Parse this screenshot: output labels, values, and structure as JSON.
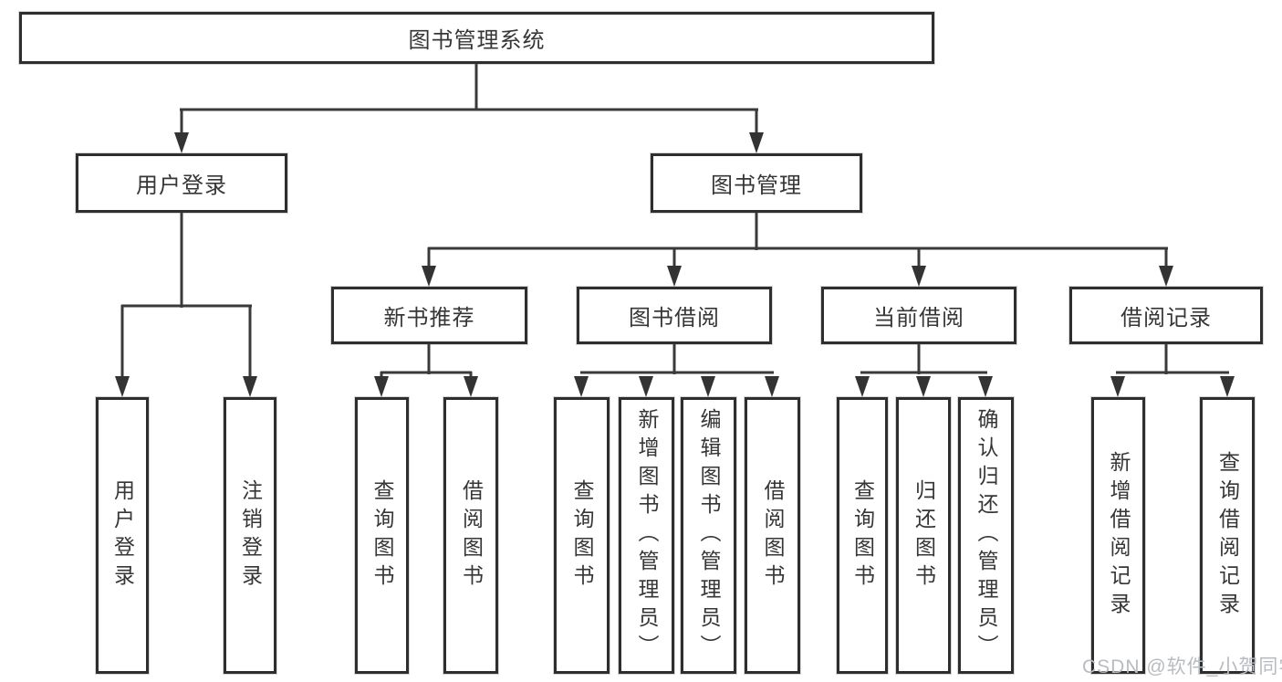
{
  "nodes": {
    "root": {
      "label": "图书管理系统"
    },
    "user_login": {
      "label": "用户登录"
    },
    "book_mgmt": {
      "label": "图书管理"
    },
    "new_book_rec": {
      "label": "新书推荐"
    },
    "book_borrow": {
      "label": "图书借阅"
    },
    "current_borrow": {
      "label": "当前借阅"
    },
    "borrow_records": {
      "label": "借阅记录"
    },
    "leaf_user_login": {
      "label": "用户登录"
    },
    "leaf_logout": {
      "label": "注销登录"
    },
    "leaf_rec_query_books": {
      "label": "查询图书"
    },
    "leaf_rec_borrow_books": {
      "label": "借阅图书"
    },
    "leaf_bb_query_books": {
      "label": "查询图书"
    },
    "leaf_bb_add_books": {
      "label": "新增图书（管理员）"
    },
    "leaf_bb_edit_books": {
      "label": "编辑图书（管理员）"
    },
    "leaf_bb_borrow_books": {
      "label": "借阅图书"
    },
    "leaf_cb_query_books": {
      "label": "查询图书"
    },
    "leaf_cb_return_books": {
      "label": "归还图书"
    },
    "leaf_cb_confirm_return": {
      "label": "确认归还（管理员）"
    },
    "leaf_br_add_record": {
      "label": "新增借阅记录"
    },
    "leaf_br_query_record": {
      "label": "查询借阅记录"
    }
  },
  "watermark": {
    "text": "CSDN @软件_小贺同学"
  },
  "colors": {
    "background": "#ffffff",
    "box_border": "#2e2e2e",
    "connector": "#3a3a3a",
    "text": "#363636",
    "watermark": "#b8bbc0"
  }
}
